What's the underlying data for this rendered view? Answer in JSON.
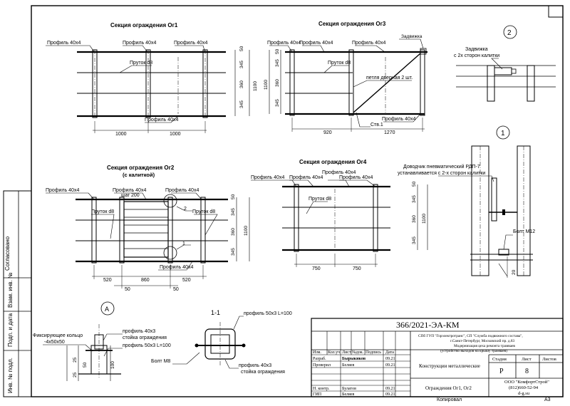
{
  "sections": {
    "og1": {
      "title": "Секция ограждения Ог1",
      "labels": [
        "Профиль 40х4",
        "Профиль 40х4",
        "Профиль 40х4",
        "Пруток d8",
        "Профиль 40х4"
      ],
      "dims_v": [
        "50",
        "345",
        "360",
        "345",
        "1100"
      ],
      "dims_h": [
        "1000",
        "1000"
      ]
    },
    "og3": {
      "title": "Секция ограждения Ог3",
      "labels": [
        "Профиль 40х4",
        "Профиль 40х4",
        "Профиль 40х4",
        "Задвижка",
        "Пруток d8",
        "петля дверная 2 шт.",
        "Профиль 40х4",
        "Ств.1"
      ],
      "dims_v": [
        "50",
        "345",
        "360",
        "345",
        "1100"
      ],
      "dims_h": [
        "920",
        "1270"
      ]
    },
    "og2": {
      "title": "Секция ограждения Ог2",
      "subtitle": "(с калиткой)",
      "labels": [
        "Профиль 40х4",
        "Профиль 40х4",
        "шаг 200",
        "Профиль 40х4",
        "Пруток d8",
        "Пруток d8",
        "Профиль 40х4"
      ],
      "callouts": [
        "2",
        "1"
      ],
      "dims_v": [
        "50",
        "345",
        "360",
        "345",
        "1100"
      ],
      "dims_h": [
        "520",
        "860",
        "520",
        "50",
        "50"
      ]
    },
    "og4": {
      "title": "Секция ограждения Ог4",
      "labels": [
        "Профиль 40х4",
        "Профиль 40х4",
        "Профиль 40х4",
        "Профиль 40х4",
        "Пруток d8"
      ],
      "dims_v": [
        "50",
        "345",
        "360",
        "345",
        "1100"
      ],
      "dims_h": [
        "750",
        "750"
      ]
    }
  },
  "details": {
    "node2": {
      "number": "2",
      "labels": [
        "Задвижка",
        "с 2х сторон калитки"
      ]
    },
    "node1": {
      "number": "1",
      "labels": [
        "Доводчик пневматический РДП-7",
        "устанавливается с 2-х сторон калитки",
        "Болт М12"
      ],
      "dims": [
        "20"
      ]
    },
    "nodeA": {
      "letter": "А",
      "labels": [
        "Фиксирующее кольцо",
        "-4х50х50",
        "профиль 40х3",
        "стойка ограждения",
        "профиль 50х3 L=100"
      ],
      "dims": [
        "25",
        "50",
        "25",
        "100"
      ]
    },
    "section11": {
      "title": "1-1",
      "labels": [
        "профиль 50х3 L=100",
        "Болт М8",
        "профиль 40х3",
        "стойка ограждения"
      ]
    }
  },
  "side_stamp": {
    "labels": [
      "Согласовано",
      "Взам. инв. №",
      "Подп. и дата",
      "Инв. № подл."
    ]
  },
  "title_block": {
    "code": "366/2021-ЭА-КМ",
    "project_lines": [
      "СПб ГУП \"Горэлектротранс\", СП \"Служба подвижного состава\",",
      "г.Санкт-Петербург, Московский пр. д.83",
      "Модернизация цеха ремонта трамваев",
      "(устройство выходов на крышу трамваев)"
    ],
    "col_headers": [
      "Изм.",
      "Кол.уч",
      "Лист",
      "№док.",
      "Подпись",
      "Дата"
    ],
    "people": [
      {
        "role": "Разраб.",
        "name": "Бырыкиков",
        "date": "09.21"
      },
      {
        "role": "Проверил",
        "name": "Беляев",
        "date": "09.21"
      },
      {
        "role": "Н. контр.",
        "name": "Булатов",
        "date": "09.21"
      },
      {
        "role": "ГИП",
        "name": "Беляев",
        "date": "09.21"
      }
    ],
    "section_name": "Конструкции металлические",
    "stage_headers": [
      "Стадия",
      "Лист",
      "Листов"
    ],
    "stage": "Р",
    "sheet": "8",
    "sheet_title": "Ограждения Ог1, Ог2",
    "company_lines": [
      "ООО \"КомфортСтрой\"",
      "(812)660-52-94",
      "d-g.su"
    ],
    "bottom": {
      "copied": "Копировал",
      "format": "А3"
    }
  }
}
